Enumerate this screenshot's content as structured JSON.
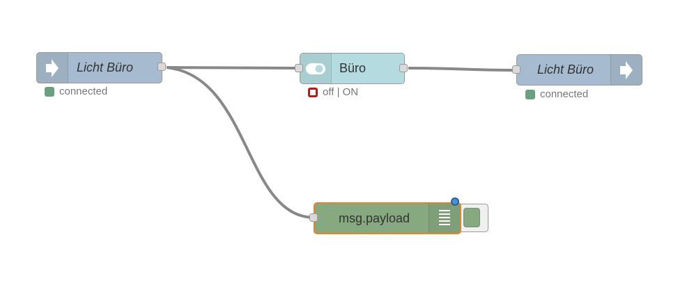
{
  "colors": {
    "mqtt_node": "#a6bbcf",
    "switch_node": "#b3dbe0",
    "debug_node": "#87a980",
    "wire": "#888888",
    "status_connected": "#6a9f7f",
    "status_off": "#b01e14",
    "selection": "#e5832a"
  },
  "nodes": {
    "mqtt_in": {
      "label": "Licht Büro",
      "icon": "arrow-right-icon",
      "status": {
        "text": "connected",
        "shape": "dot"
      }
    },
    "switch": {
      "label": "Büro",
      "icon": "toggle-switch-icon",
      "status": {
        "text": "off | ON",
        "shape": "ring"
      }
    },
    "mqtt_out": {
      "label": "Licht Büro",
      "icon": "arrow-right-icon",
      "status": {
        "text": "connected",
        "shape": "dot"
      }
    },
    "debug": {
      "label": "msg.payload",
      "icon": "debug-list-icon",
      "selected": true,
      "changed": true,
      "debug_enabled": true
    }
  }
}
